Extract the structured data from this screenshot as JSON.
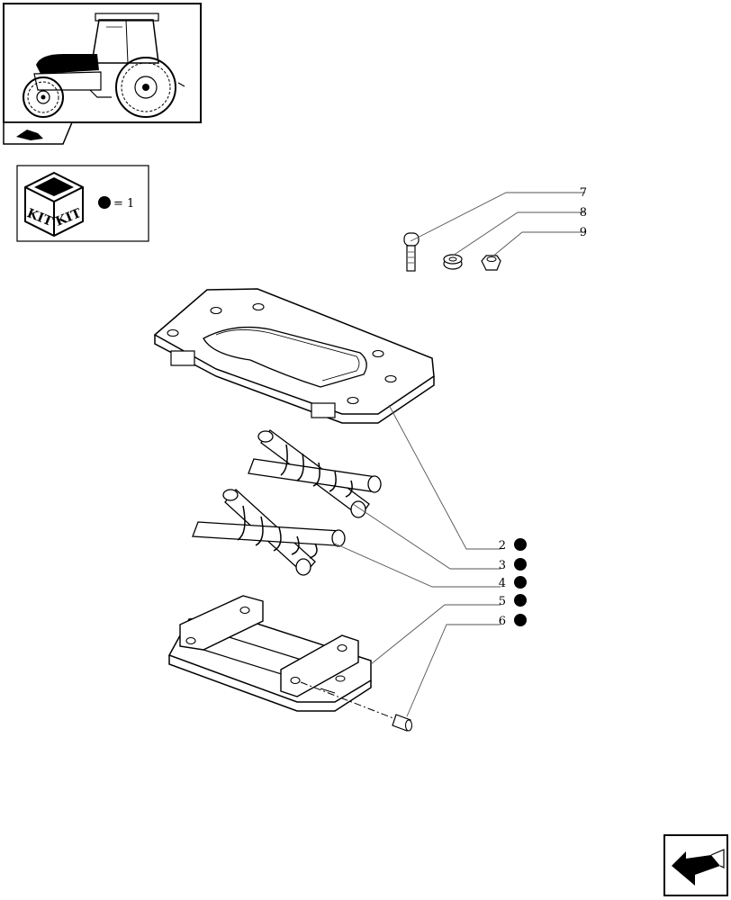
{
  "kit_legend": {
    "kit_text_1": "KIT",
    "kit_text_2": "KIT",
    "equals_label": "= 1"
  },
  "callouts": [
    {
      "number": "2",
      "kit_marker": true
    },
    {
      "number": "3",
      "kit_marker": true
    },
    {
      "number": "4",
      "kit_marker": true
    },
    {
      "number": "5",
      "kit_marker": true
    },
    {
      "number": "6",
      "kit_marker": true
    },
    {
      "number": "7",
      "kit_marker": false
    },
    {
      "number": "8",
      "kit_marker": false
    },
    {
      "number": "9",
      "kit_marker": false
    }
  ],
  "icons": [
    "tractor-thumbnail",
    "section-flag-icon",
    "kit-box-icon",
    "kit-dot-icon",
    "next-page-arrow-icon"
  ],
  "colors": {
    "ink": "#000000",
    "leader": "#555555",
    "paper": "#ffffff",
    "tint": "#e6e6e6"
  }
}
